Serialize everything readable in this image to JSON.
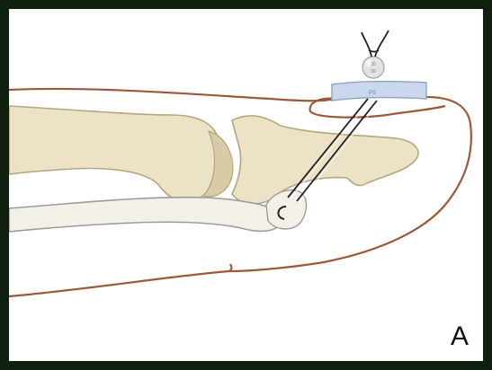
{
  "figure": {
    "panel_label": "A",
    "button_text_top": "20",
    "button_text_bottom": "20",
    "pad_text": "PS"
  },
  "colors": {
    "frame": "#0e1f0e",
    "skin_outline": "#9a5a3a",
    "bone_fill": "#ece2c6",
    "bone_shadow": "#d9cba6",
    "bone_outline": "#b6a57d",
    "tendon_fill": "#f3f0e8",
    "tendon_outline": "#9c9c9c",
    "pad_fill": "#c9d8ec",
    "pad_outline": "#8ea4c2",
    "button_fill": "#e3e3e3",
    "suture": "#222222"
  }
}
